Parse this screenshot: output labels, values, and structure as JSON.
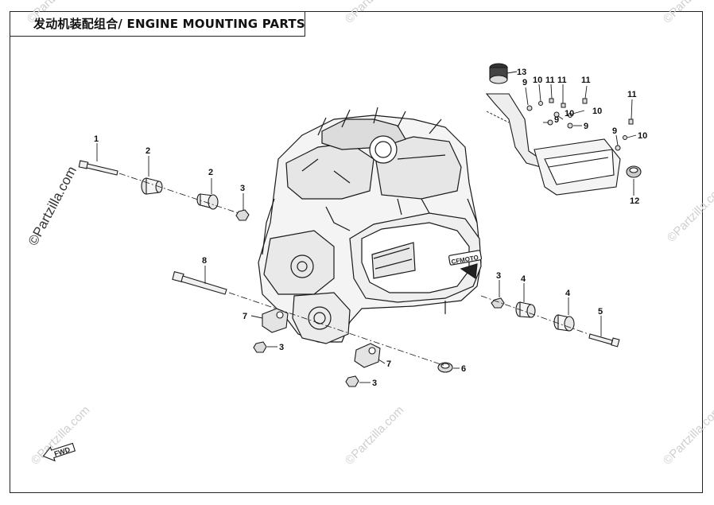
{
  "title": "发动机装配组合/ ENGINE MOUNTING PARTS",
  "watermark": "©Partzilla.com",
  "forward_marker": "FWD",
  "callouts": [
    {
      "id": "c1",
      "label": "1"
    },
    {
      "id": "c2a",
      "label": "2"
    },
    {
      "id": "c2b",
      "label": "2"
    },
    {
      "id": "c3a",
      "label": "3"
    },
    {
      "id": "c3b",
      "label": "3"
    },
    {
      "id": "c3c",
      "label": "3"
    },
    {
      "id": "c3d",
      "label": "3"
    },
    {
      "id": "c4a",
      "label": "4"
    },
    {
      "id": "c4b",
      "label": "4"
    },
    {
      "id": "c5",
      "label": "5"
    },
    {
      "id": "c6",
      "label": "6"
    },
    {
      "id": "c7a",
      "label": "7"
    },
    {
      "id": "c7b",
      "label": "7"
    },
    {
      "id": "c8",
      "label": "8"
    },
    {
      "id": "c9a",
      "label": "9"
    },
    {
      "id": "c9b",
      "label": "9"
    },
    {
      "id": "c9c",
      "label": "9"
    },
    {
      "id": "c9d",
      "label": "9"
    },
    {
      "id": "c10a",
      "label": "10"
    },
    {
      "id": "c10b",
      "label": "10"
    },
    {
      "id": "c10c",
      "label": "10"
    },
    {
      "id": "c10d",
      "label": "10"
    },
    {
      "id": "c11a",
      "label": "11"
    },
    {
      "id": "c11b",
      "label": "11"
    },
    {
      "id": "c11c",
      "label": "11"
    },
    {
      "id": "c11d",
      "label": "11"
    },
    {
      "id": "c12",
      "label": "12"
    },
    {
      "id": "c13",
      "label": "13"
    }
  ],
  "engine_badge": "CFMOTO"
}
